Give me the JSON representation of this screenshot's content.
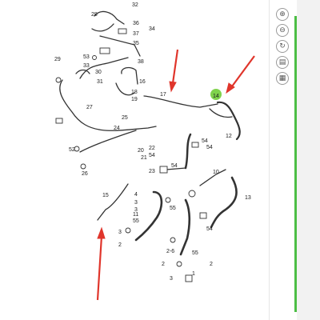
{
  "toolbar": {
    "zoom_in": "⊕",
    "zoom_out": "⊖",
    "rotate": "↻",
    "page": "▤",
    "pdf": "▦"
  },
  "colors": {
    "accent_green": "#4cbe45",
    "arrow_red": "#e0352b",
    "highlight_green": "#7fd34c"
  },
  "labels": {
    "l28": "28",
    "l32": "32",
    "l36": "36",
    "l37": "37",
    "l35": "35",
    "l34": "34",
    "l29": "29",
    "l53": "53",
    "l33": "33",
    "l30": "30",
    "l31": "31",
    "l38": "38",
    "l16": "16",
    "l18": "18",
    "l19": "19",
    "l17": "17",
    "l27": "27",
    "l25": "25",
    "l24": "24",
    "l52": "52",
    "l26": "26",
    "l14": "14",
    "l12": "12",
    "l22": "22",
    "l20": "20",
    "l21": "21",
    "l54a": "54",
    "l54b": "54",
    "l54c": "54",
    "l54d": "54",
    "l23": "23",
    "l10": "10",
    "l13": "13",
    "l15": "15",
    "l11": "11",
    "l4": "4",
    "l3a": "3",
    "l3b": "3",
    "l55a": "55",
    "l55b": "55",
    "l3c": "3",
    "l2a": "2",
    "l26b": "2-6",
    "l2b": "2",
    "l3d": "3",
    "l1": "1",
    "l54e": "54",
    "l55c": "55",
    "l2c": "2"
  }
}
